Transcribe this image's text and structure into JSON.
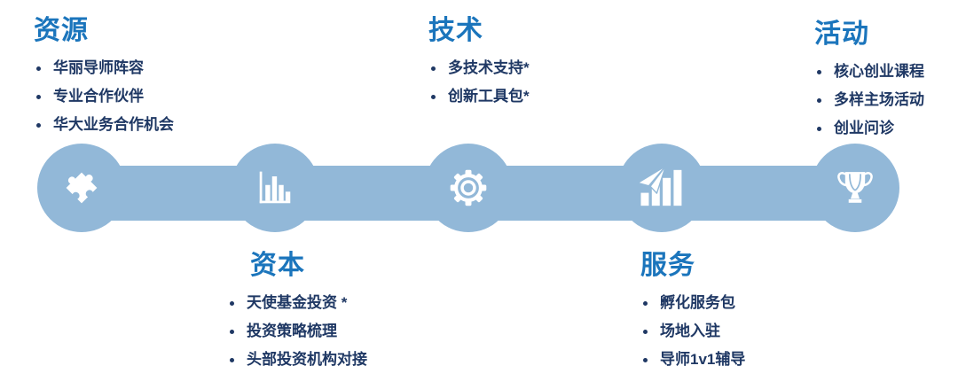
{
  "colors": {
    "band_blue": "#92B8D8",
    "title_blue": "#1B75BC",
    "text_navy": "#1F3864",
    "icon_white": "#FFFFFF",
    "background": "#FFFFFF"
  },
  "sections": [
    {
      "id": "resources",
      "title": "资源",
      "placement": "top",
      "icon": "puzzle-icon",
      "items": [
        "华丽导师阵容",
        "专业合作伙伴",
        "华大业务合作机会"
      ]
    },
    {
      "id": "capital",
      "title": "资本",
      "placement": "bottom",
      "icon": "bar-chart-icon",
      "items": [
        "天使基金投资 *",
        "投资策略梳理",
        "头部投资机构对接"
      ]
    },
    {
      "id": "technology",
      "title": "技术",
      "placement": "top",
      "icon": "gear-icon",
      "items": [
        "多技术支持*",
        "创新工具包*"
      ]
    },
    {
      "id": "services",
      "title": "服务",
      "placement": "bottom",
      "icon": "paper-plane-growth-icon",
      "items": [
        "孵化服务包",
        "场地入驻",
        "导师1v1辅导"
      ]
    },
    {
      "id": "activities",
      "title": "活动",
      "placement": "top",
      "icon": "trophy-icon",
      "items": [
        "核心创业课程",
        "多样主场活动",
        "创业问诊"
      ]
    }
  ]
}
